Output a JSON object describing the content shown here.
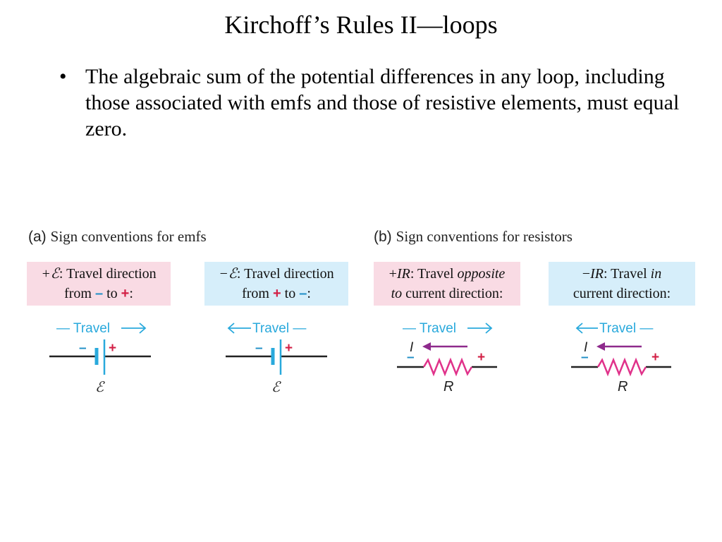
{
  "title": "Kirchoff’s Rules II—loops",
  "bullets": [
    {
      "marker": "•",
      "text": "The algebraic sum of the potential differences in any loop, including those associated with emfs and those of resistive elements, must equal zero."
    }
  ],
  "figure": {
    "part_a": {
      "letter": "(a)",
      "caption": "Sign conventions for emfs",
      "boxes": [
        {
          "sign": "+ℰ",
          "line1_rest": ": Travel direction",
          "from": "from ",
          "from_sign": "–",
          "to": " to ",
          "to_sign": "+",
          "end": ":"
        },
        {
          "sign": "−ℰ",
          "line1_rest": ": Travel direction",
          "from": "from ",
          "from_sign": "+",
          "to": " to ",
          "to_sign": "–",
          "end": ":"
        }
      ],
      "diagrams": [
        {
          "travel_label": "— Travel",
          "direction": "right",
          "minus": "–",
          "plus": "+",
          "symbol": "ℰ"
        },
        {
          "travel_label": "Travel —",
          "direction": "left",
          "minus": "–",
          "plus": "+",
          "symbol": "ℰ"
        }
      ]
    },
    "part_b": {
      "letter": "(b)",
      "caption": "Sign conventions for resistors",
      "boxes": [
        {
          "sign": "+",
          "ir": "IR",
          "line1_rest": ": Travel ",
          "emph1": "opposite",
          "emph2": "to",
          "line2_rest": " current direction:"
        },
        {
          "sign": "−",
          "ir": "IR",
          "line1_rest": ": Travel ",
          "emph1": "in",
          "line2": "current direction:"
        }
      ],
      "diagrams": [
        {
          "travel_label": "— Travel",
          "direction": "right",
          "current": "I",
          "minus": "–",
          "plus": "+",
          "symbol": "R"
        },
        {
          "travel_label": "Travel —",
          "direction": "left",
          "current": "I",
          "minus": "–",
          "plus": "+",
          "symbol": "R"
        }
      ]
    },
    "colors": {
      "pink_box": "#f9dbe4",
      "blue_box": "#d6eefa",
      "travel_arrow": "#29a9dc",
      "battery": "#29a9dc",
      "resistor": "#e0328a",
      "current_arrow": "#8e2a8c",
      "plus_sign": "#d21f45",
      "minus_sign": "#1f8fc7"
    }
  }
}
